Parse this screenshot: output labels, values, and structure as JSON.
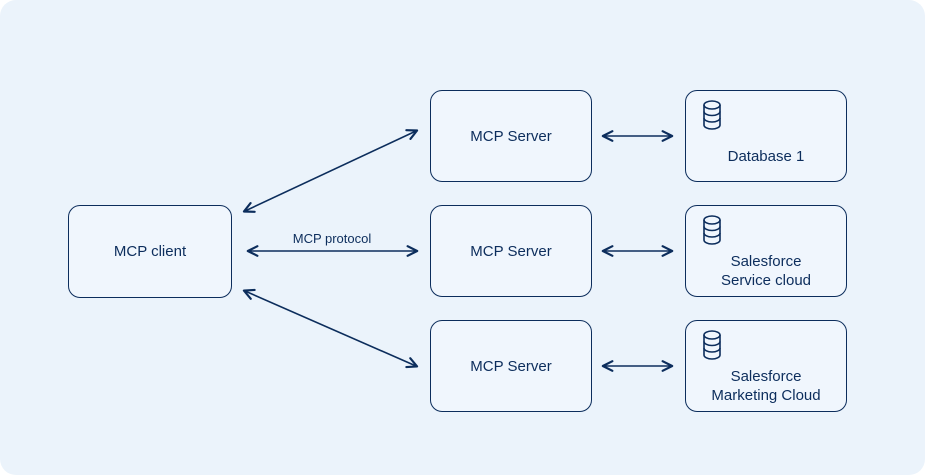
{
  "diagram": {
    "title": "",
    "client": {
      "label": "MCP client"
    },
    "servers": [
      {
        "label": "MCP Server"
      },
      {
        "label": "MCP Server"
      },
      {
        "label": "MCP Server"
      }
    ],
    "backends": [
      {
        "label": "Database 1",
        "icon": "database-icon"
      },
      {
        "label": "Salesforce Service cloud",
        "icon": "database-icon"
      },
      {
        "label": "Salesforce Marketing Cloud",
        "icon": "database-icon"
      }
    ],
    "edge_label": "MCP protocol",
    "colors": {
      "canvas_background": "#EBF3FB",
      "node_fill": "#F0F6FD",
      "stroke": "#0C2D5C",
      "text": "#0C2D5C"
    }
  }
}
